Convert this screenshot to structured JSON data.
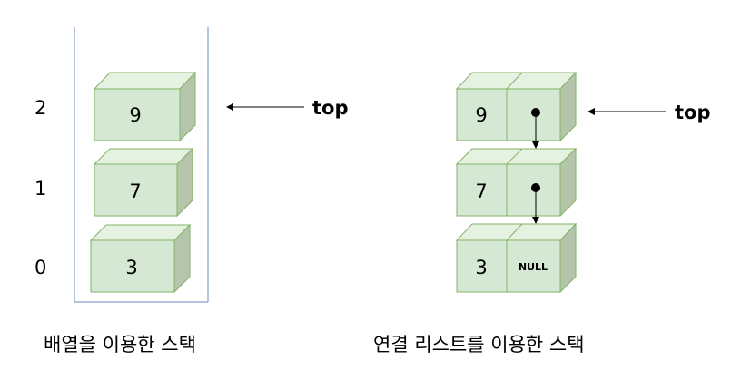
{
  "array_stack": {
    "indices": [
      "2",
      "1",
      "0"
    ],
    "values": [
      "9",
      "7",
      "3"
    ],
    "top_label": "top",
    "caption": "배열을 이용한 스택"
  },
  "linked_stack": {
    "values": [
      "9",
      "7",
      "3"
    ],
    "null_label": "NULL",
    "top_label": "top",
    "caption": "연결 리스트를 이용한 스택"
  },
  "colors": {
    "box_front": "#d5e8d4",
    "box_top": "#e6f2e1",
    "box_side": "#b5c5ac",
    "box_stroke": "#82b366",
    "container_stroke": "#6c8ebf"
  }
}
